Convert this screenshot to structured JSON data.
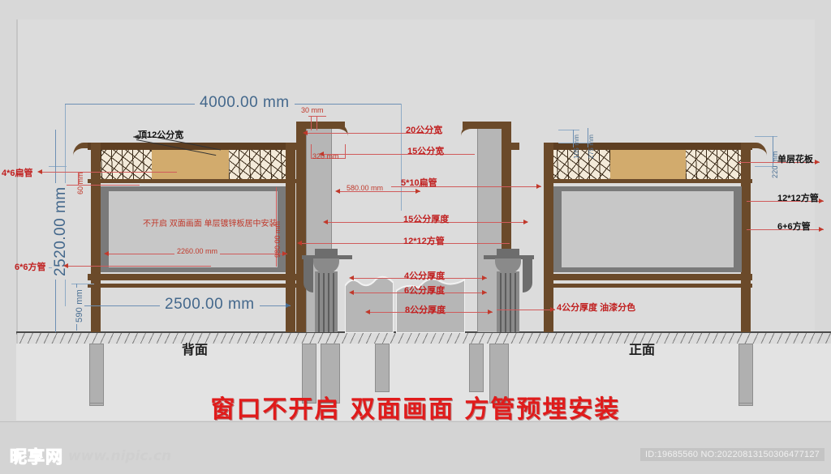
{
  "document": {
    "headline": "窗口不开启  双面画面  方管预埋安装",
    "views": {
      "back": "背面",
      "front": "正面"
    }
  },
  "dimensions_blue": {
    "total_width": "4000.00 mm",
    "total_height": "2520.00 mm",
    "left_unit_width": "2500.00 mm",
    "leg_height": "590 mm",
    "eave_top_a": "105 mm",
    "eave_top_b": "275 mm",
    "right_eave": "220 mm"
  },
  "dimensions_red": {
    "top_cap": "30 mm",
    "column_width": "320 mm",
    "column_gap": "580.00 mm",
    "board_width": "2260.00 mm",
    "board_height": "980.00 mm",
    "eave_depth": "60 mm"
  },
  "annotations": {
    "left": [
      {
        "text": "4*6扁管"
      },
      {
        "text": "6*6方管"
      }
    ],
    "top": [
      {
        "text": "顶12公分宽"
      }
    ],
    "center": [
      {
        "text": "20公分宽"
      },
      {
        "text": "15公分宽"
      },
      {
        "text": "5*10扁管"
      },
      {
        "text": "15公分厚度"
      },
      {
        "text": "12*12方管"
      },
      {
        "text": "4公分厚度"
      },
      {
        "text": "6公分厚度"
      },
      {
        "text": "8公分厚度"
      },
      {
        "text": "4公分厚度 油漆分色"
      }
    ],
    "right": [
      {
        "text": "单层花板"
      },
      {
        "text": "12*12方管"
      },
      {
        "text": "6+6方管"
      }
    ],
    "panel": "不开启 双面画面 单层镀锌板居中安装"
  },
  "footer": {
    "watermark_cn": "昵享网",
    "watermark_url": "www.nipic.cn",
    "id_tag": "ID:19685560 NO:20220813150306477127"
  },
  "colors": {
    "wood": "#6b4a2a",
    "panel": "#c7c7c7",
    "frame": "#7a7a7a",
    "lattice_bg": "#f3ead9",
    "tan": "#d2ab6d",
    "stone": "#b0b0b0",
    "dim_blue": "#4a6f93",
    "note_red": "#c02020",
    "headline_red": "#e01b1b",
    "background": "#d8d8d8"
  }
}
